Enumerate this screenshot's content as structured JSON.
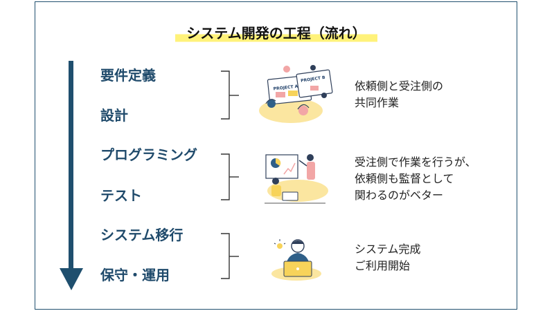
{
  "title": "システム開発の工程（流れ）",
  "stages": [
    "要件定義",
    "設計",
    "プログラミング",
    "テスト",
    "システム移行",
    "保守・運用"
  ],
  "groups": [
    {
      "lines": [
        "依頼側と受注側の",
        "共同作業"
      ],
      "illustration_label_a": "PROJECT A",
      "illustration_label_b": "PROJECT B"
    },
    {
      "lines": [
        "受注側で作業を行うが、",
        "依頼側も監督として",
        "関わるのがベター"
      ]
    },
    {
      "lines": [
        "システム完成",
        "ご利用開始"
      ]
    }
  ],
  "colors": {
    "arrow": "#1f4f6e",
    "stage_text": "#1f4a6b",
    "highlight": "#fff27a",
    "accent_pink": "#f2a6a6",
    "accent_yellow": "#f7d35a",
    "accent_blue": "#2f5f88"
  }
}
